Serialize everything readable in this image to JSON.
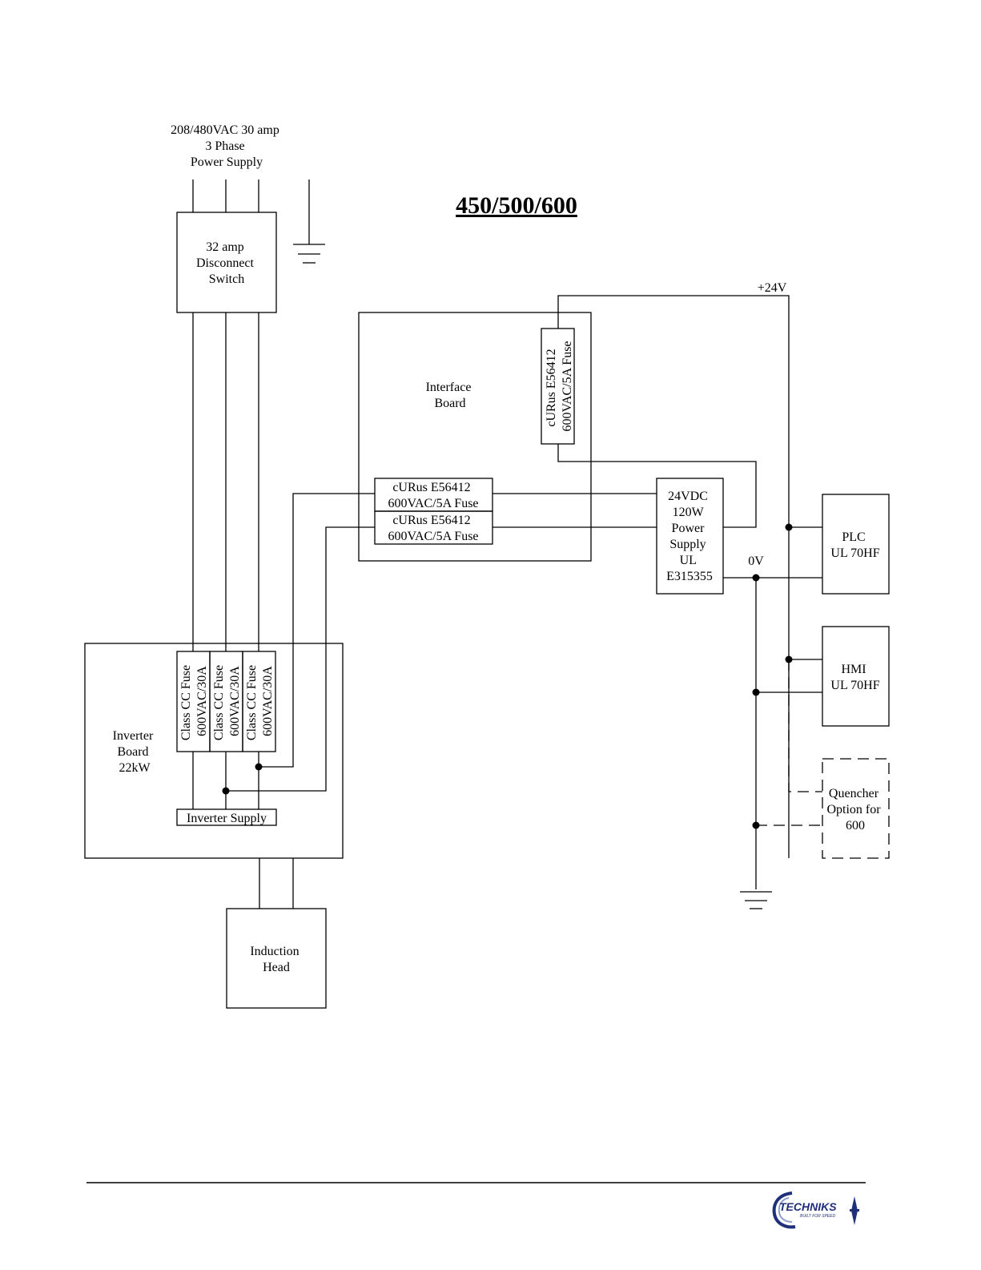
{
  "title": "450/500/600",
  "labels": {
    "power_supply_input": [
      "208/480VAC 30 amp",
      "3 Phase",
      "Power Supply"
    ],
    "disconnect_switch": [
      "32 amp",
      "Disconnect",
      "Switch"
    ],
    "interface_board": [
      "Interface",
      "Board"
    ],
    "interface_fuse_vertical": [
      "cURus E56412",
      "600VAC/5A Fuse"
    ],
    "interface_fuse_1": [
      "cURus E56412",
      "600VAC/5A Fuse"
    ],
    "interface_fuse_2": [
      "cURus E56412",
      "600VAC/5A Fuse"
    ],
    "dc_power_supply": [
      "24VDC",
      "120W",
      "Power",
      "Supply",
      "UL",
      "E315355"
    ],
    "plus_24v": "+24V",
    "zero_v": "0V",
    "plc": [
      "PLC",
      "UL 70HF"
    ],
    "hmi": [
      "HMI",
      "UL 70HF"
    ],
    "quencher": [
      "Quencher",
      "Option for",
      "600"
    ],
    "inverter_board": [
      "Inverter",
      "Board",
      "22kW"
    ],
    "class_cc_fuse_1": [
      "Class CC Fuse",
      "600VAC/30A"
    ],
    "class_cc_fuse_2": [
      "Class CC Fuse",
      "600VAC/30A"
    ],
    "class_cc_fuse_3": [
      "Class CC Fuse",
      "600VAC/30A"
    ],
    "inverter_supply": "Inverter Supply",
    "induction_head": [
      "Induction",
      "Head"
    ]
  },
  "logo": {
    "text": "TECHNIKS",
    "tagline": "BUILT FOR SPEED",
    "color": "#1f2f7a"
  }
}
